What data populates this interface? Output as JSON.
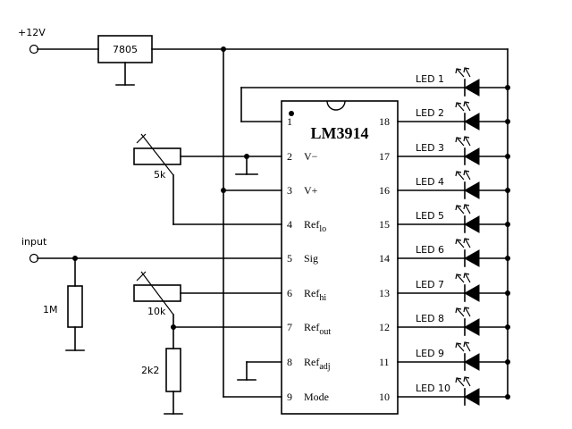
{
  "supply_label": "+12V",
  "regulator_label": "7805",
  "ic": {
    "name": "LM3914",
    "left_pins": [
      {
        "num": "1",
        "label": ""
      },
      {
        "num": "2",
        "label": "V−"
      },
      {
        "num": "3",
        "label": "V+"
      },
      {
        "num": "4",
        "label": "Ref",
        "sub": "lo"
      },
      {
        "num": "5",
        "label": "Sig"
      },
      {
        "num": "6",
        "label": "Ref",
        "sub": "hi"
      },
      {
        "num": "7",
        "label": "Ref",
        "sub": "out"
      },
      {
        "num": "8",
        "label": "Ref",
        "sub": "adj"
      },
      {
        "num": "9",
        "label": "Mode"
      }
    ],
    "right_pins": [
      "18",
      "17",
      "16",
      "15",
      "14",
      "13",
      "12",
      "11",
      "10"
    ]
  },
  "input_label": "input",
  "resistors": {
    "pot_top": "5k",
    "pot_bottom": "10k",
    "r_input": "1M",
    "r_bottom": "2k2"
  },
  "leds": [
    "LED 1",
    "LED 2",
    "LED 3",
    "LED 4",
    "LED 5",
    "LED 6",
    "LED 7",
    "LED 8",
    "LED 9",
    "LED 10"
  ]
}
